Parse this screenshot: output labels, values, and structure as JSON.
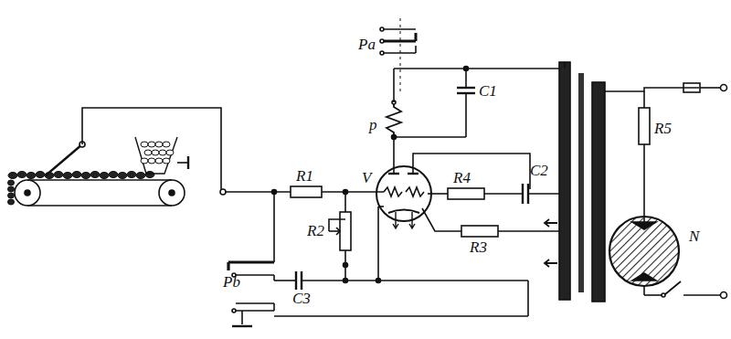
{
  "diagram": {
    "labels": [
      "Pa",
      "p",
      "C1",
      "R1",
      "R2",
      "V",
      "R4",
      "C2",
      "R3",
      "Pb",
      "C3",
      "R5",
      "N"
    ]
  }
}
